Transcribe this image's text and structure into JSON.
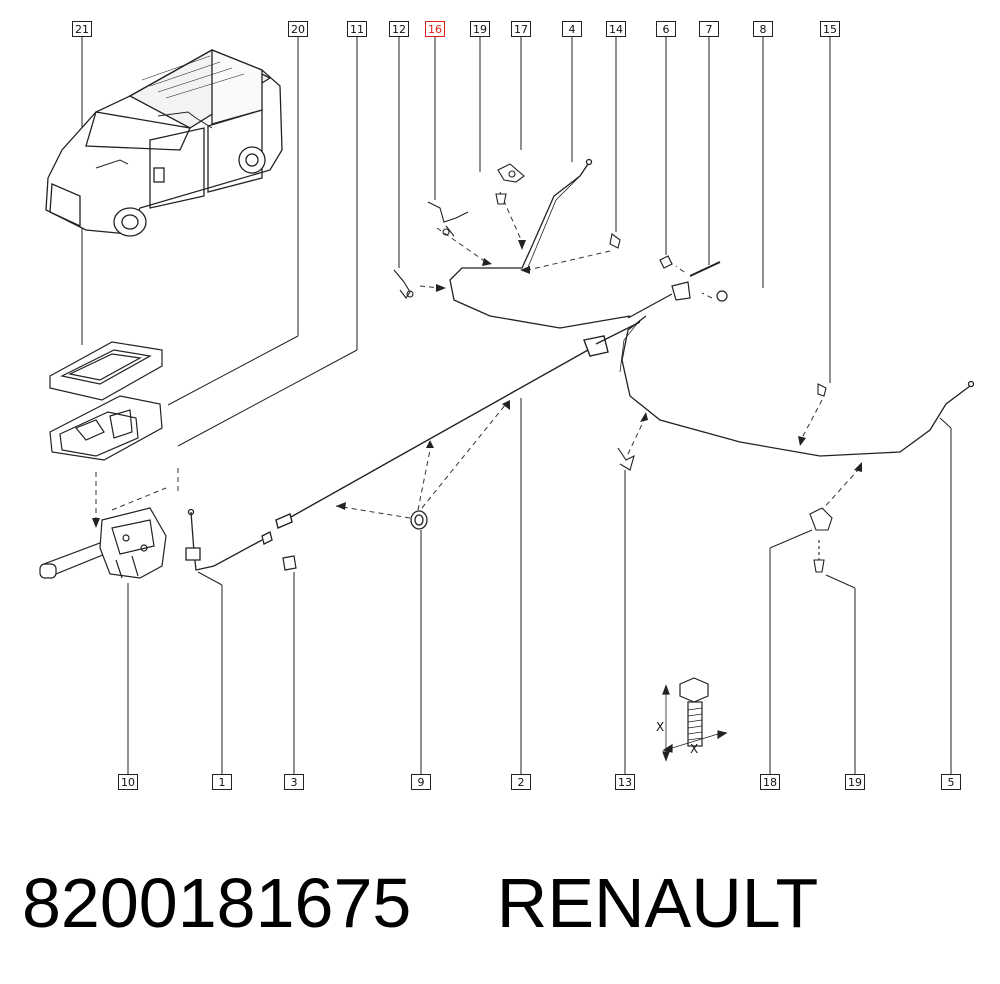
{
  "callouts": {
    "c21": "21",
    "c20": "20",
    "c11": "11",
    "c12": "12",
    "c16": "16",
    "c19a": "19",
    "c17": "17",
    "c4": "4",
    "c14": "14",
    "c6": "6",
    "c7": "7",
    "c8": "8",
    "c15": "15",
    "c10": "10",
    "c1": "1",
    "c3": "3",
    "c9": "9",
    "c2": "2",
    "c13": "13",
    "c18": "18",
    "c19b": "19",
    "c5": "5"
  },
  "highlight_color": "#e0201a",
  "bolt_detail": {
    "dim_x1": "X",
    "dim_x2": "X"
  },
  "footer": {
    "part_number": "8200181675",
    "brand": "RENAULT"
  }
}
